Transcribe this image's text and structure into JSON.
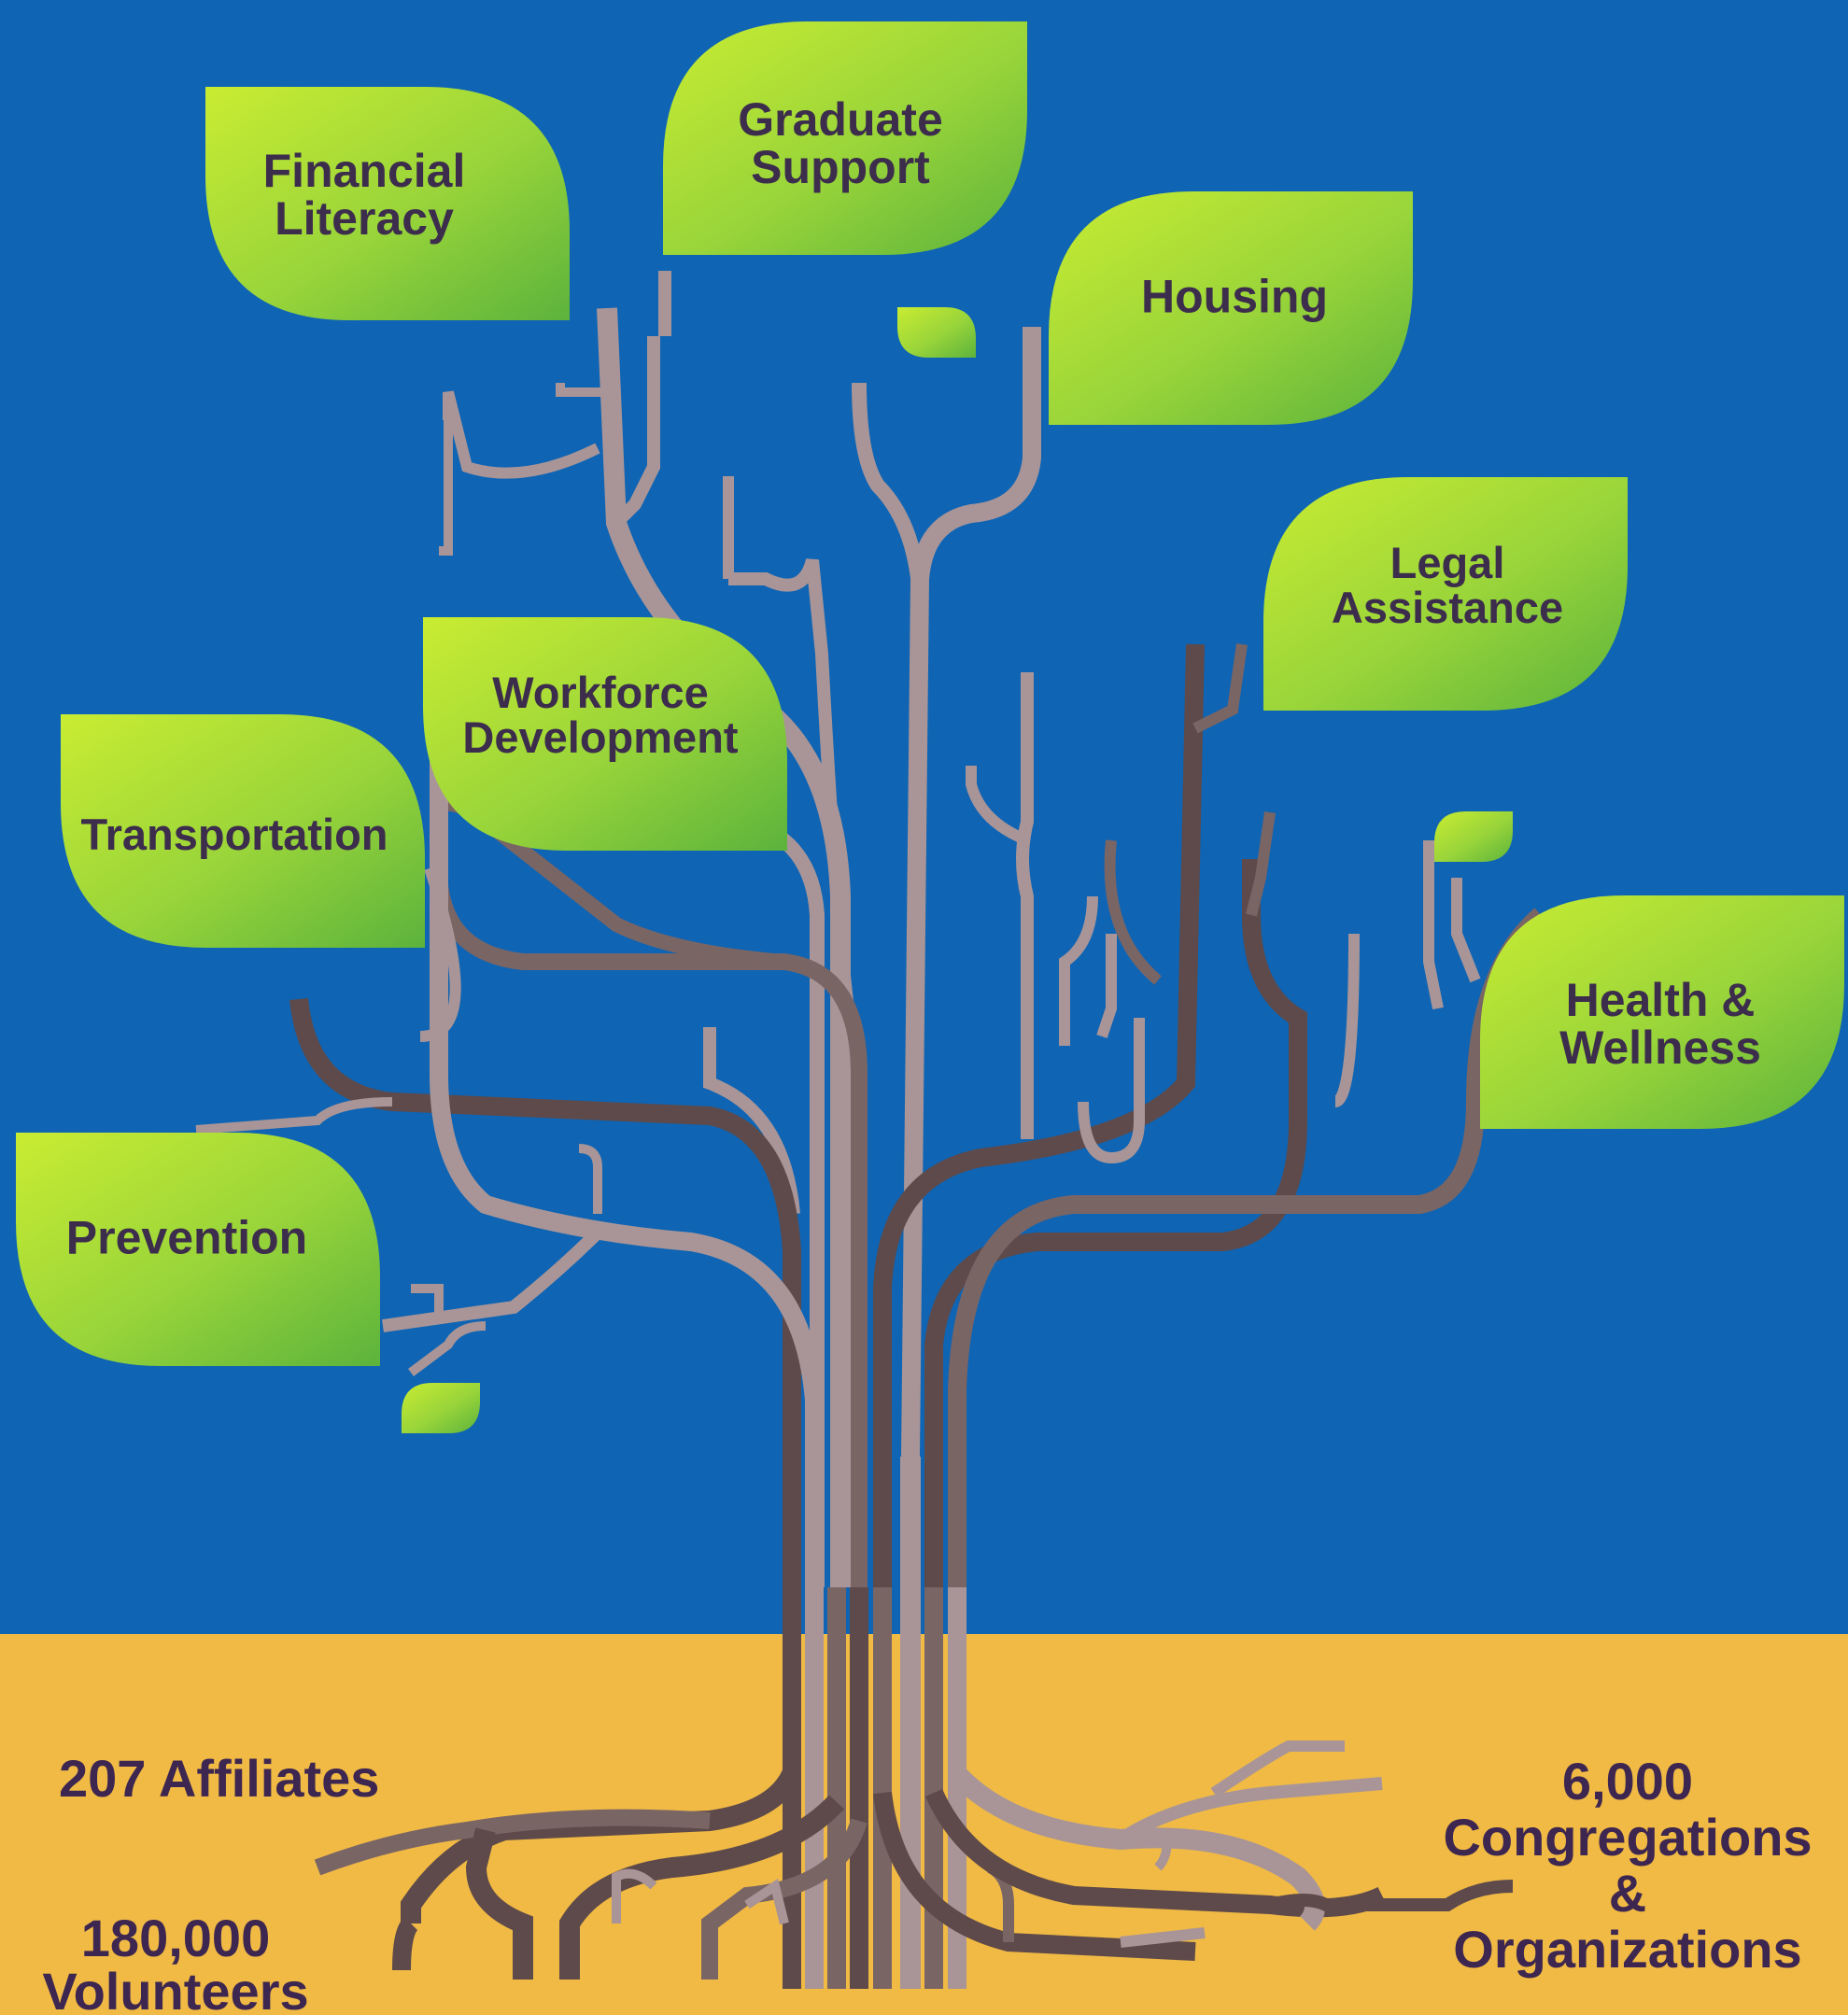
{
  "colors": {
    "sky": "#0f64b3",
    "ground": "#f0ba45",
    "leaf_light": "#c4e832",
    "leaf_dark": "#6fbf3a",
    "trunk_dark": "#5e4a4a",
    "trunk_mid": "#7a6565",
    "trunk_light": "#a99597",
    "text": "#3d2d4d"
  },
  "leaves": [
    {
      "id": "financial-literacy",
      "lines": [
        "Financial",
        "Literacy"
      ]
    },
    {
      "id": "graduate-support",
      "lines": [
        "Graduate",
        "Support"
      ]
    },
    {
      "id": "housing",
      "lines": [
        "Housing"
      ]
    },
    {
      "id": "legal-assistance",
      "lines": [
        "Legal",
        "Assistance"
      ]
    },
    {
      "id": "workforce-development",
      "lines": [
        "Workforce",
        "Development"
      ]
    },
    {
      "id": "transportation",
      "lines": [
        "Transportation"
      ]
    },
    {
      "id": "health-wellness",
      "lines": [
        "Health &",
        "Wellness"
      ]
    },
    {
      "id": "prevention",
      "lines": [
        "Prevention"
      ]
    }
  ],
  "roots": {
    "affiliates": "207 Affiliates",
    "volunteers": [
      "180,000",
      "Volunteers"
    ],
    "congregations": [
      "6,000",
      "Congregations",
      "&",
      "Organizations"
    ]
  }
}
